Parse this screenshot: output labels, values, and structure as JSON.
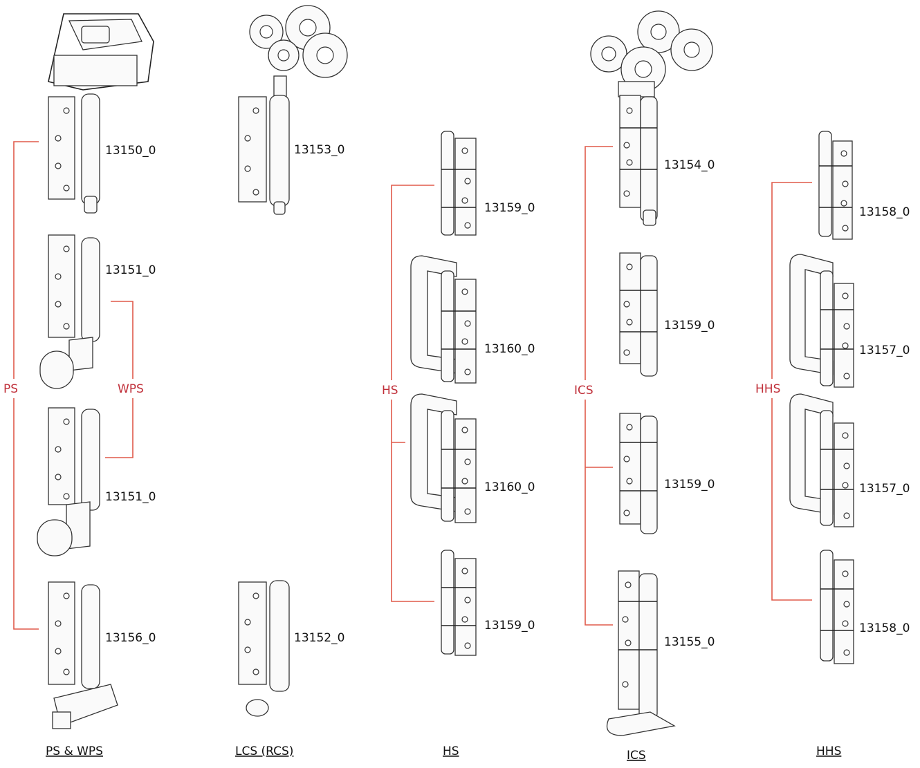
{
  "columns": [
    {
      "caption": "PS & WPS",
      "parts": [
        "13150_0",
        "13151_0",
        "13151_0",
        "13156_0"
      ]
    },
    {
      "caption": "LCS (RCS)",
      "parts": [
        "13153_0",
        "13152_0"
      ]
    },
    {
      "caption": "HS",
      "parts": [
        "13159_0",
        "13160_0",
        "13160_0",
        "13159_0"
      ]
    },
    {
      "caption": "ICS",
      "parts": [
        "13154_0",
        "13159_0",
        "13159_0",
        "13155_0"
      ]
    },
    {
      "caption": "HHS",
      "parts": [
        "13158_0",
        "13157_0",
        "13157_0",
        "13158_0"
      ]
    }
  ],
  "groups": [
    "PS",
    "WPS",
    "HS",
    "ICS",
    "HHS"
  ],
  "colors": {
    "bracket": "#e05a4a",
    "group_label": "#c0303a",
    "line": "#222222"
  }
}
